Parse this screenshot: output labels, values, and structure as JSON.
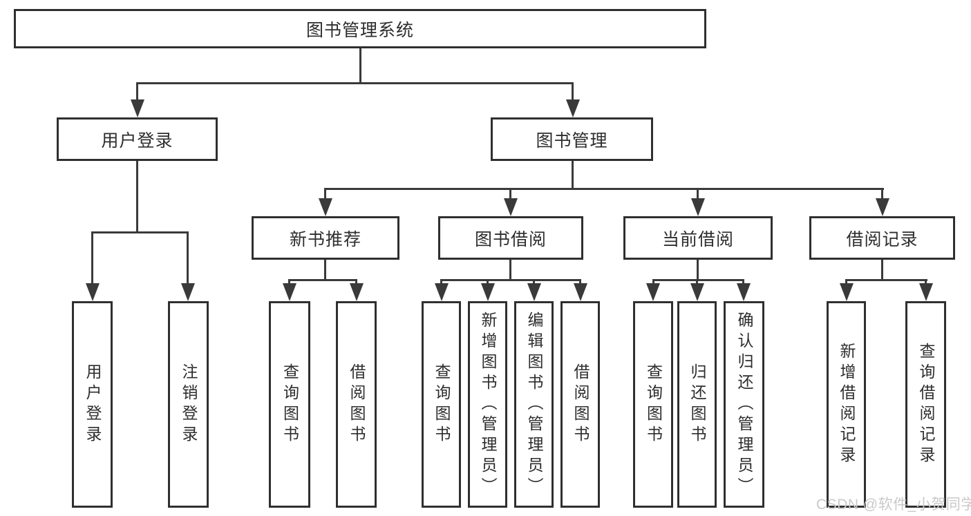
{
  "diagram": {
    "root": "图书管理系统",
    "level1": {
      "user_login": "用户登录",
      "book_mgmt": "图书管理"
    },
    "level2": {
      "new_book_rec": "新书推荐",
      "book_borrow": "图书借阅",
      "current_borrow": "当前借阅",
      "borrow_records": "借阅记录"
    },
    "leaves": {
      "user_login": [
        "用户登录",
        "注销登录"
      ],
      "new_book_rec": [
        "查询图书",
        "借阅图书"
      ],
      "book_borrow": [
        "查询图书",
        "新增图书（管理员）",
        "编辑图书（管理员）",
        "借阅图书"
      ],
      "current_borrow": [
        "查询图书",
        "归还图书",
        "确认归还（管理员）"
      ],
      "borrow_records": [
        "新增借阅记录",
        "查询借阅记录"
      ]
    }
  },
  "watermark": "CSDN @软件_小贺同学",
  "colors": {
    "line": "#3a3a3a",
    "box_border": "#2f2f2f",
    "text": "#2d2d2d",
    "watermark": "#c9c9c9",
    "background": "#ffffff"
  }
}
